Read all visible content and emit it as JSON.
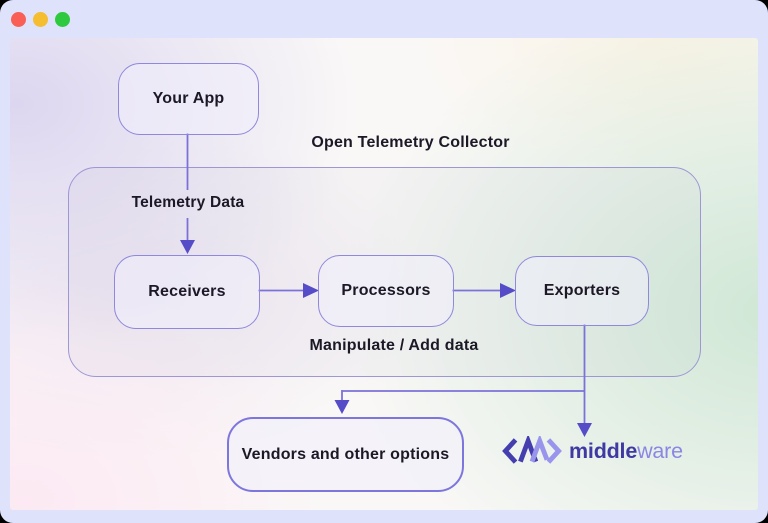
{
  "window": {
    "traffic_lights": [
      {
        "name": "close",
        "color": "#f95f57"
      },
      {
        "name": "minimize",
        "color": "#f5bd30"
      },
      {
        "name": "maximize",
        "color": "#2fc93f"
      }
    ]
  },
  "diagram": {
    "title": "Open Telemetry Collector",
    "nodes": {
      "your_app": "Your App",
      "receivers": "Receivers",
      "processors": "Processors",
      "exporters": "Exporters",
      "vendors": "Vendors and other options"
    },
    "annotations": {
      "telemetry_data": "Telemetry Data",
      "manipulate": "Manipulate / Add data"
    },
    "logo": {
      "text_bold": "middle",
      "text_light": "ware"
    },
    "colors": {
      "arrow_line": "#7b72d9",
      "arrow_head": "#564cc8",
      "node_border": "#8f88dc",
      "container_border": "#9e97d4",
      "logo_dark": "#453eae",
      "logo_light": "#9a95ec",
      "frame": "#dee3fb"
    }
  }
}
